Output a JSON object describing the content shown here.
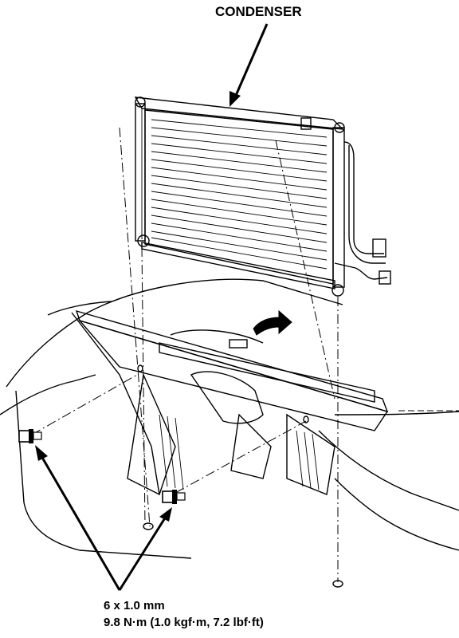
{
  "labels": {
    "condenser": "CONDENSER",
    "bolt_size": "6 x 1.0 mm",
    "torque": "9.8 N·m (1.0 kgf·m, 7.2 lbf·ft)"
  }
}
